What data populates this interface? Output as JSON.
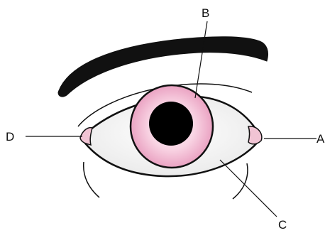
{
  "diagram": {
    "labels": {
      "a": "A",
      "b": "B",
      "c": "C",
      "d": "D"
    }
  },
  "colors": {
    "stroke": "#111111",
    "iris_fill": "#f7c6da",
    "iris_inner": "#eaa2c2",
    "iris_highlight": "#fce8f1",
    "sclera": "#f2f2f2",
    "caruncle": "#f1c4d4",
    "pupil": "#000000",
    "background": "#ffffff"
  }
}
